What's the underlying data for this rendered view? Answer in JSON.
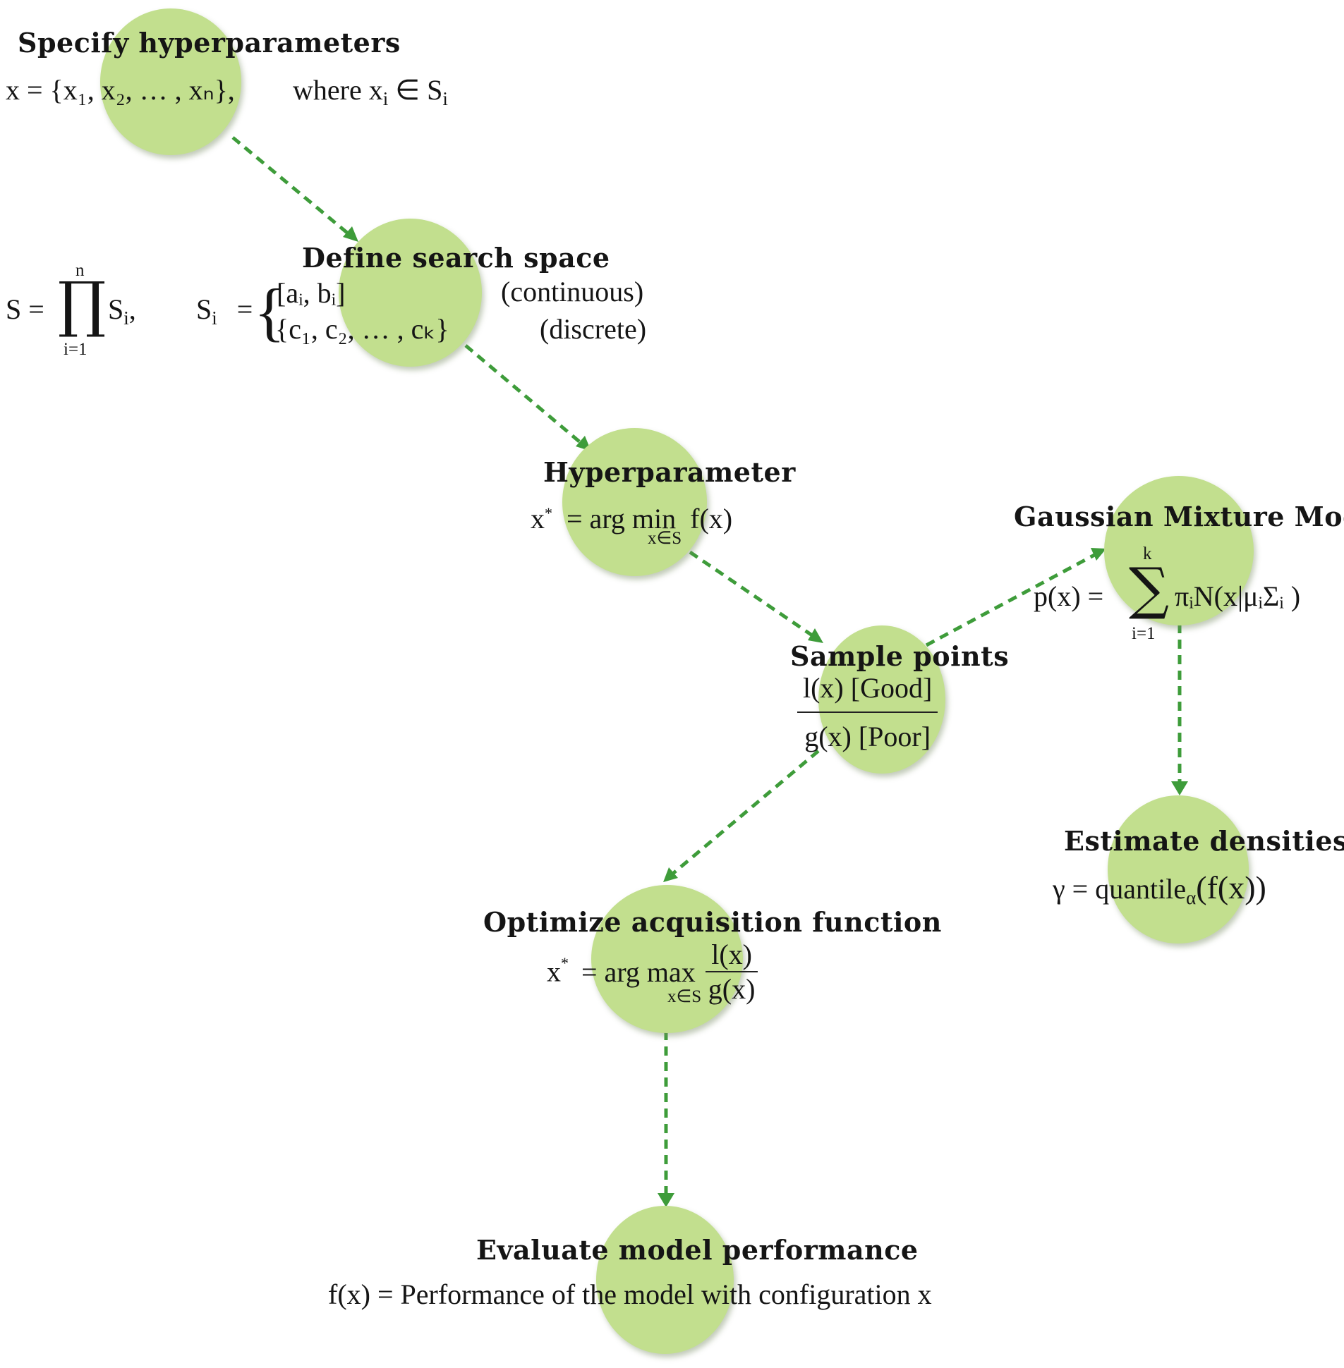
{
  "colors": {
    "node_fill": "#c2df8e",
    "arrow": "#3e9c3a",
    "text": "#151515"
  },
  "nodes": {
    "specify": {
      "title": "Specify hyperparameters",
      "formula_left": "x = {x₁, x₂, … , xₙ},",
      "formula_right_text": "where x",
      "formula_right_sub": "i",
      "formula_right_tail": " ∈ S",
      "formula_right_tail_sub": "i"
    },
    "define": {
      "title": "Define search space",
      "product_left": "S =",
      "product_symbol": "∏",
      "product_upper": "n",
      "product_lower": "i=1",
      "product_term": "S",
      "product_term_sub": "i",
      "product_comma": ",",
      "si_label": "S",
      "si_sub": "i",
      "si_eq": "=",
      "brace": "{",
      "case1": "[aᵢ, bᵢ]",
      "case2": "{c₁, c₂, … , cₖ}",
      "case1_note": "(continuous)",
      "case2_note": "(discrete)"
    },
    "hyper": {
      "title": "Hyperparameter",
      "lhs": "x",
      "lhs_sup": "*",
      "eq": "= arg min",
      "under": "x∈S",
      "rhs": "f(x)"
    },
    "gmm": {
      "title": "Gaussian Mixture Models",
      "lhs": "p(x) =",
      "sum_symbol": "∑",
      "sum_upper": "k",
      "sum_lower": "i=1",
      "rhs": "πᵢN(x|μᵢΣᵢ )"
    },
    "sample": {
      "title": "Sample points",
      "numerator": "l(x) [Good]",
      "denominator": "g(x) [Poor]"
    },
    "estimate": {
      "title": "Estimate densities",
      "lhs": "γ = quantile",
      "lhs_sub": "α",
      "rhs": "(f(x))"
    },
    "optimize": {
      "title": "Optimize acquisition function",
      "lhs": "x",
      "lhs_sup": "*",
      "eq": "= arg max",
      "under": "x∈S",
      "numerator": "l(x)",
      "denominator": "g(x)"
    },
    "evaluate": {
      "title": "Evaluate model performance",
      "formula": "f(x) = Performance of the model with configuration x"
    }
  }
}
